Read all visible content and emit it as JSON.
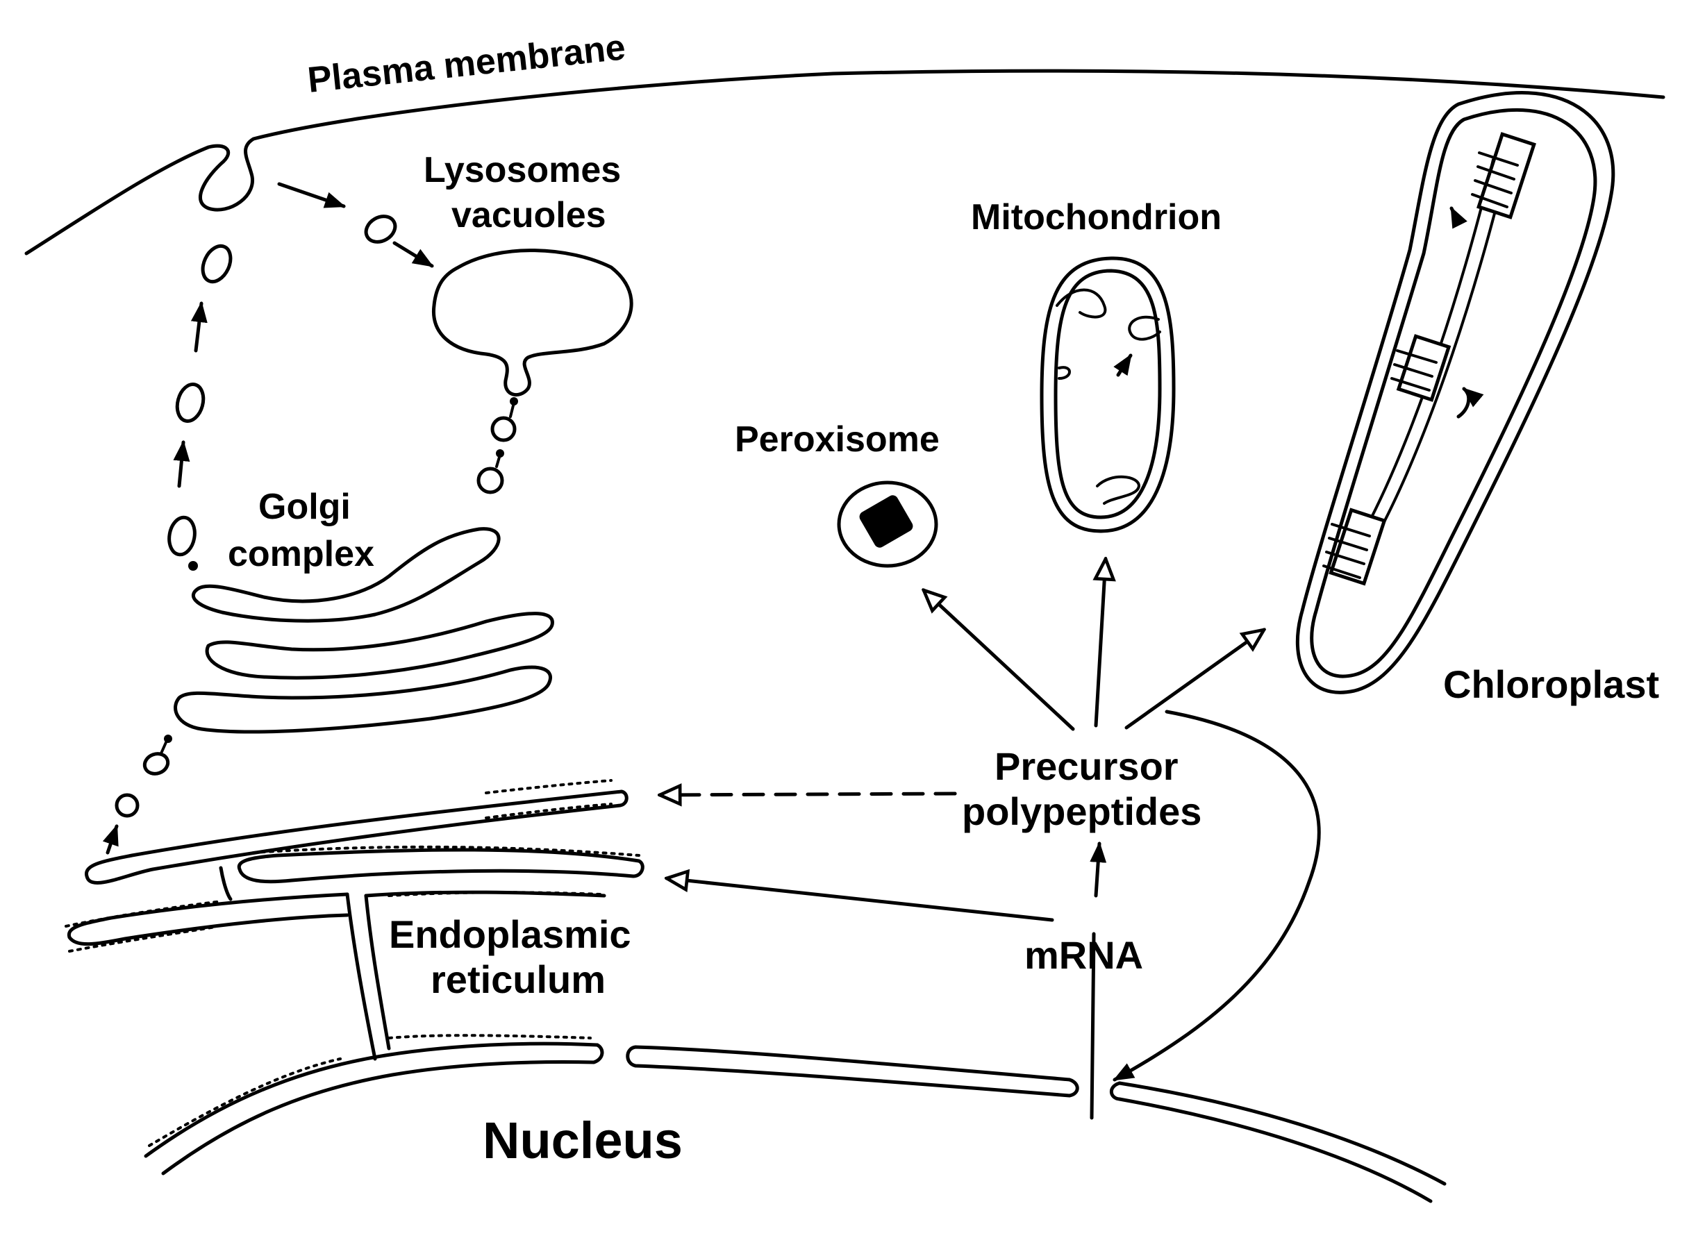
{
  "labels": {
    "plasma_membrane": "Plasma membrane",
    "lysosomes_line1": "Lysosomes",
    "lysosomes_line2": "vacuoles",
    "mitochondrion": "Mitochondrion",
    "peroxisome": "Peroxisome",
    "golgi_line1": "Golgi",
    "golgi_line2": "complex",
    "chloroplast": "Chloroplast",
    "precursor_line1": "Precursor",
    "precursor_line2": "polypeptides",
    "er_line1": "Endoplasmic",
    "er_line2": "reticulum",
    "mrna": "mRNA",
    "nucleus": "Nucleus"
  }
}
